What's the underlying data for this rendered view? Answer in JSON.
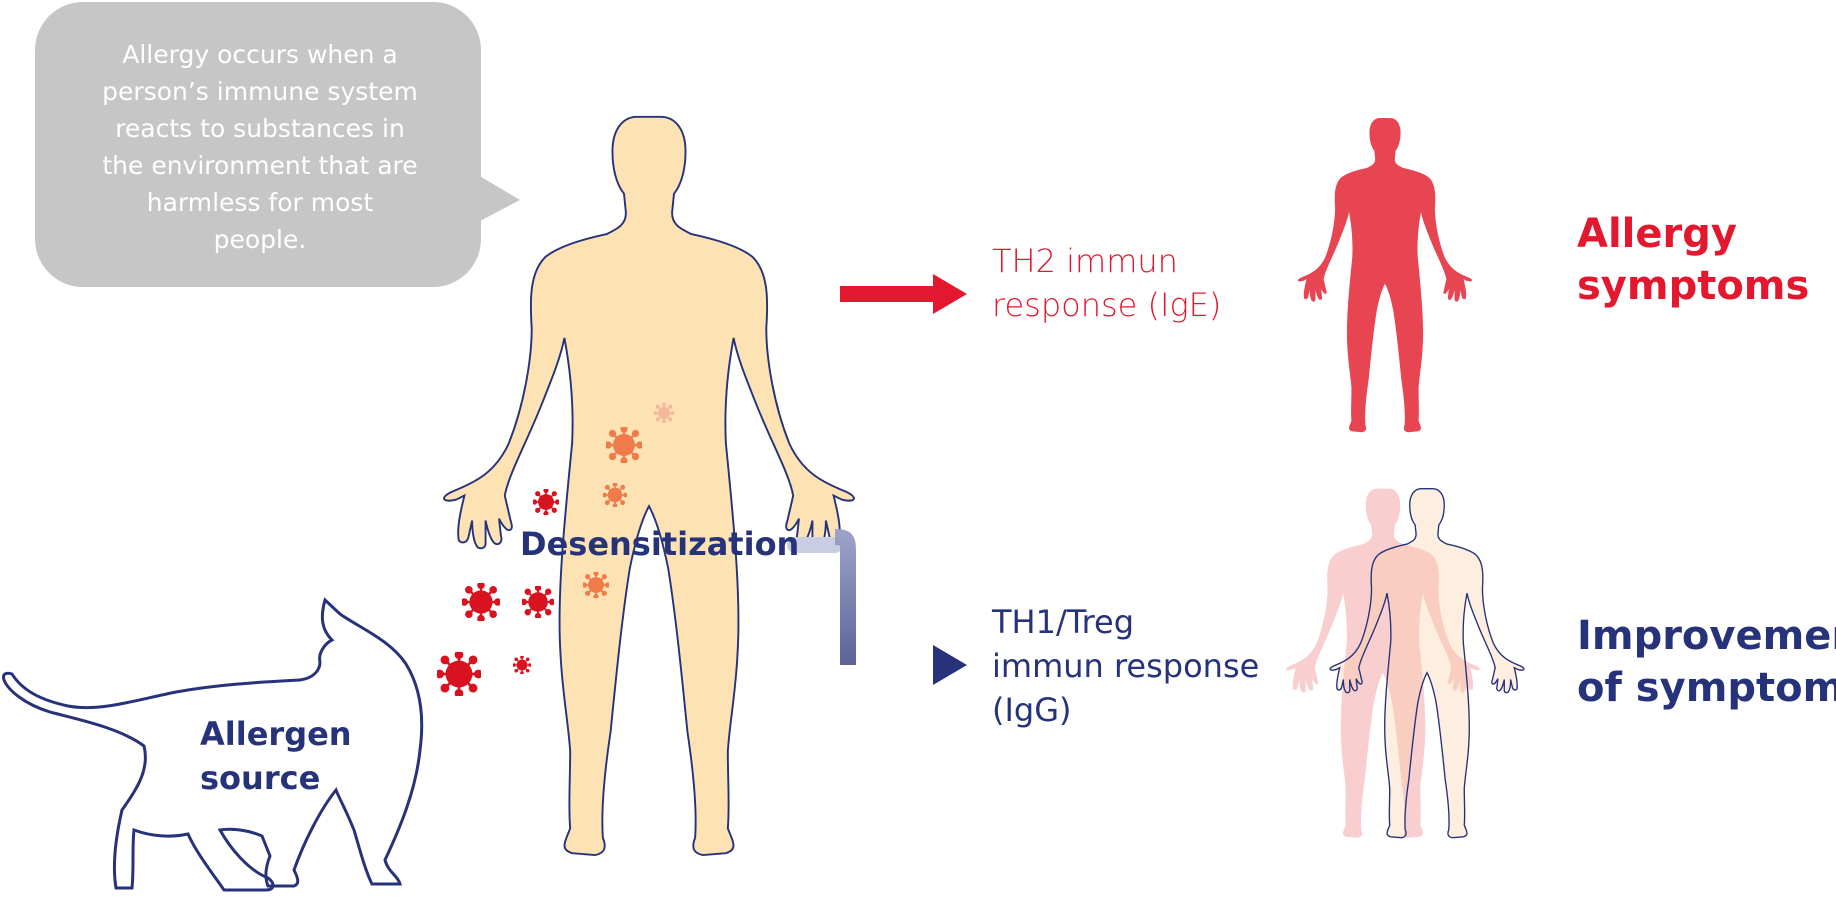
{
  "callout": {
    "lines": [
      "Allergy occurs when a",
      "person’s immune system",
      "reacts to substances in",
      "the environment that are",
      "harmless for most",
      "people."
    ]
  },
  "labels": {
    "desensitization": "Desensitization",
    "allergen_source": [
      "Allergen",
      "source"
    ],
    "th2_response": [
      "TH2 immun",
      "response (IgE)"
    ],
    "th1_response": [
      "TH1/Treg",
      "immun response",
      "(IgG)"
    ],
    "allergy_symptoms": [
      "Allergy",
      "symptoms"
    ],
    "improvement": [
      "Improvement",
      "of symptoms"
    ]
  },
  "colors": {
    "red": "#e3172d",
    "blue": "#26337a",
    "skin": "#fde2b3",
    "bubble": "#c6c6c6",
    "virus_red": "#d9121f",
    "virus_orange": "#ef7a4a"
  },
  "icons": {
    "central_figure": "human-body-icon",
    "allergy_figure": "human-body-icon",
    "improvement_figures": "human-body-icon",
    "cat": "cat-outline-icon",
    "allergens": "virus-particle-icon",
    "arrows": "arrow-right-icon"
  }
}
